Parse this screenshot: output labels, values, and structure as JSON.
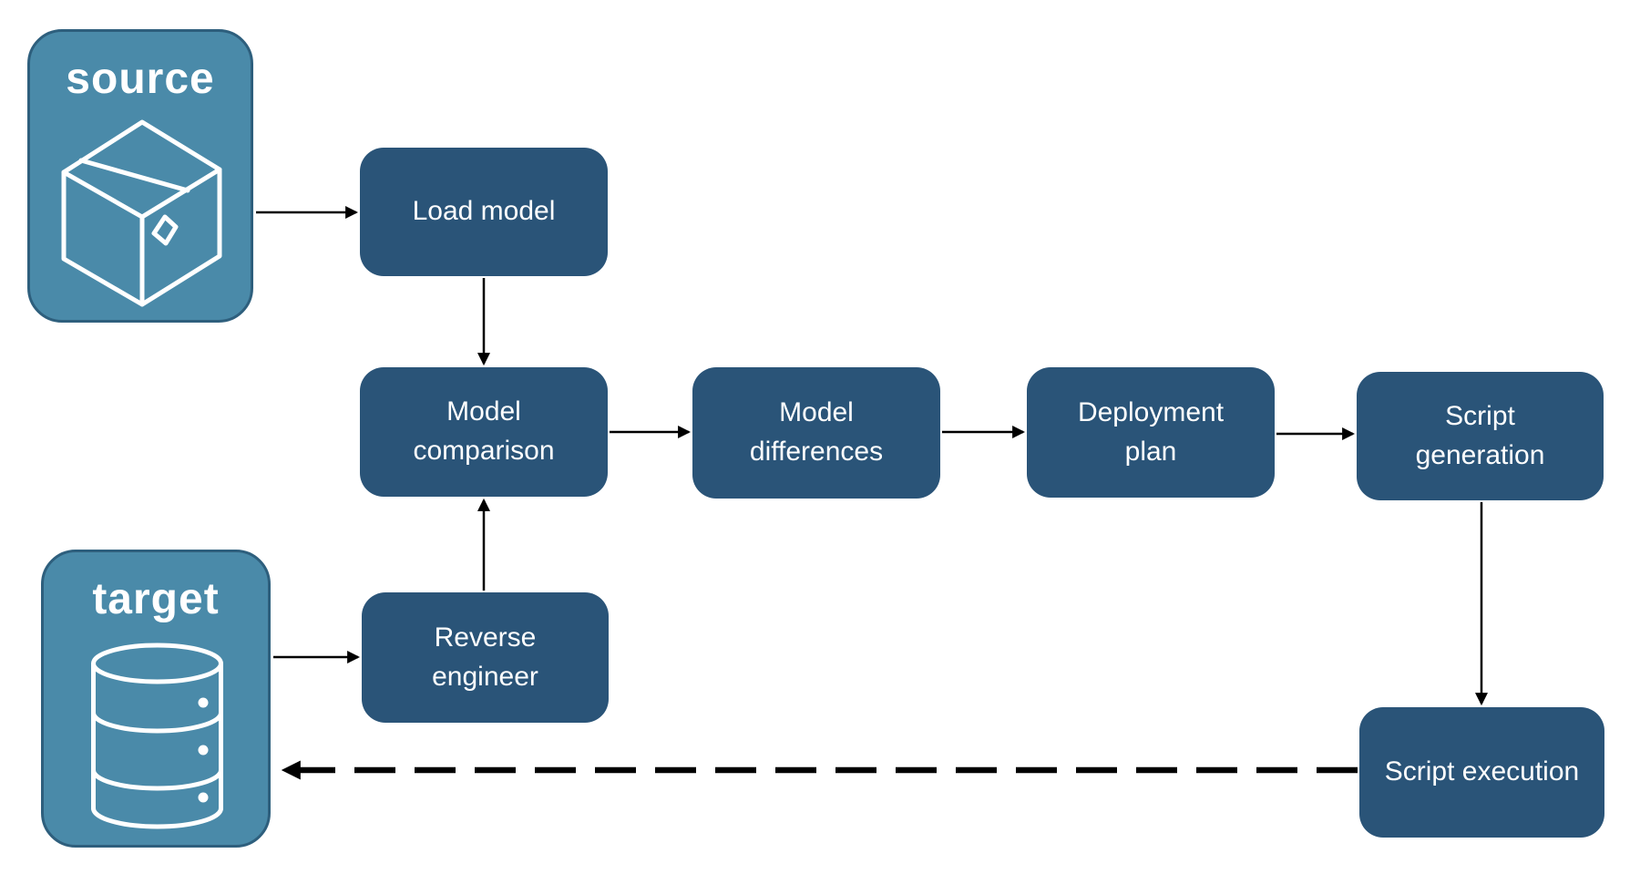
{
  "diagram": {
    "description": "Database deployment pipeline flowchart",
    "background": "#ffffff",
    "colors": {
      "process_fill": "#2a5478",
      "process_text": "#ffffff",
      "entity_fill": "#4a8aa9",
      "entity_border": "#2e5f7d",
      "entity_text": "#ffffff",
      "connector": "#000000"
    },
    "entities": {
      "source": {
        "label": "source",
        "icon": "package-icon"
      },
      "target": {
        "label": "target",
        "icon": "database-icon"
      }
    },
    "nodes": {
      "load_model": {
        "label": "Load model"
      },
      "model_comparison": {
        "label": "Model comparison"
      },
      "model_differences": {
        "label": "Model differences"
      },
      "deployment_plan": {
        "label": "Deployment plan"
      },
      "script_generation": {
        "label": "Script generation"
      },
      "reverse_engineer": {
        "label": "Reverse engineer"
      },
      "script_execution": {
        "label": "Script execution"
      }
    },
    "edges": [
      {
        "from": "source",
        "to": "load_model",
        "style": "solid"
      },
      {
        "from": "load_model",
        "to": "model_comparison",
        "style": "solid"
      },
      {
        "from": "model_comparison",
        "to": "model_differences",
        "style": "solid"
      },
      {
        "from": "model_differences",
        "to": "deployment_plan",
        "style": "solid"
      },
      {
        "from": "deployment_plan",
        "to": "script_generation",
        "style": "solid"
      },
      {
        "from": "script_generation",
        "to": "script_execution",
        "style": "solid"
      },
      {
        "from": "reverse_engineer",
        "to": "model_comparison",
        "style": "solid"
      },
      {
        "from": "target",
        "to": "reverse_engineer",
        "style": "solid"
      },
      {
        "from": "script_execution",
        "to": "target",
        "style": "dashed"
      }
    ]
  }
}
